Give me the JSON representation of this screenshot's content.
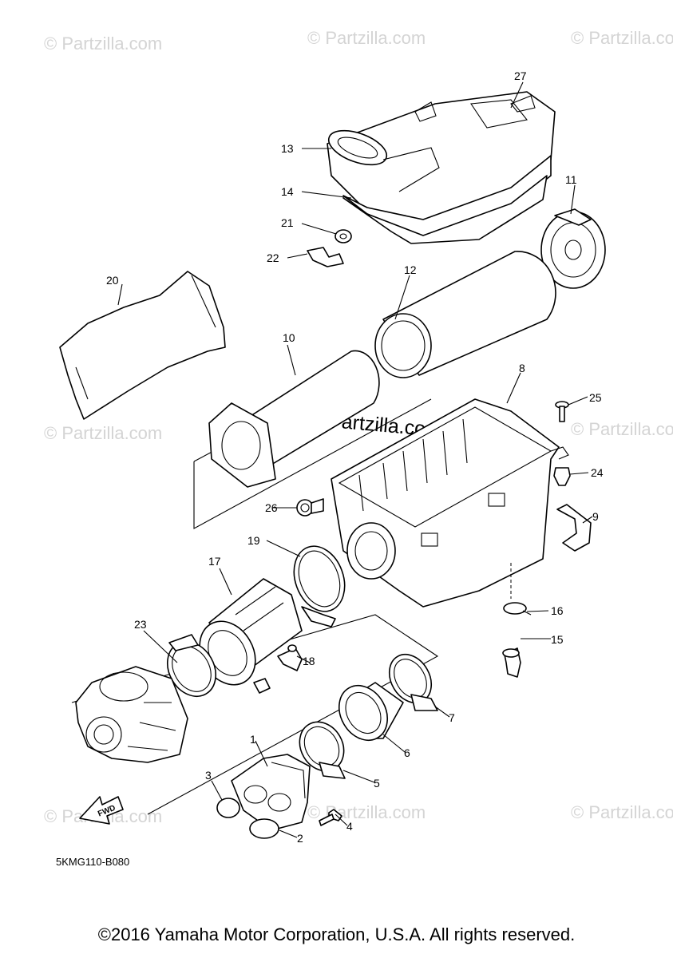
{
  "watermark": "© Partzilla.com",
  "diagram_code": "5KMG110-B080",
  "fwd_label": "FWD",
  "copyright": "©2016 Yamaha Motor Corporation, U.S.A. All rights reserved.",
  "callouts": [
    "1",
    "2",
    "3",
    "4",
    "5",
    "6",
    "7",
    "8",
    "9",
    "10",
    "11",
    "12",
    "13",
    "14",
    "15",
    "16",
    "17",
    "18",
    "19",
    "20",
    "21",
    "22",
    "23",
    "24",
    "25",
    "26",
    "27"
  ]
}
